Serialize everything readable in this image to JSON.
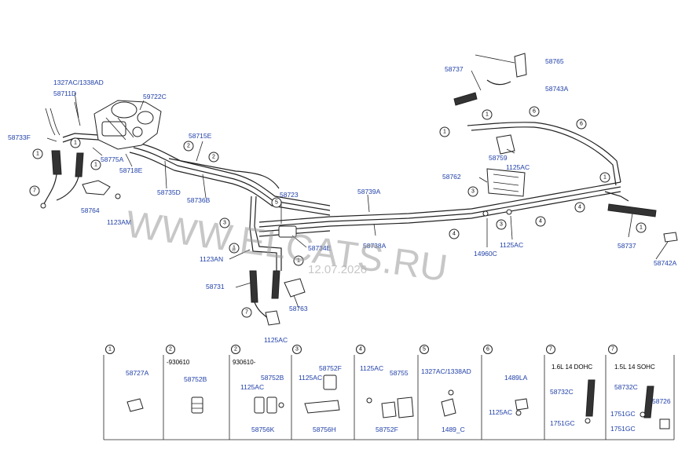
{
  "part_labels": [
    "1327AC/1338AD",
    "58711D",
    "59722C",
    "58733F",
    "58775A",
    "58718E",
    "58735D",
    "58736B",
    "58715E",
    "58764",
    "1123AM",
    "58723",
    "58739A",
    "58738A",
    "58734E",
    "1123AN",
    "58731",
    "58763",
    "1125AC",
    "58737",
    "58765",
    "58743A",
    "58759",
    "1125AC",
    "58762",
    "14960C",
    "1125AC",
    "58737",
    "58742A"
  ],
  "callouts": [
    "1",
    "2",
    "3",
    "4",
    "5",
    "6",
    "7"
  ],
  "watermark": {
    "text": "WWW.ELCATS.RU",
    "date": "12.07.2026"
  },
  "legend_panels": [
    {
      "callout": "1",
      "header": "",
      "labels": [
        "58727A"
      ]
    },
    {
      "callout": "2",
      "header": "-930610",
      "labels": [
        "58752B"
      ]
    },
    {
      "callout": "2",
      "header": "930610-",
      "labels": [
        "58752B",
        "1125AC",
        "58756K"
      ]
    },
    {
      "callout": "3",
      "header": "",
      "labels": [
        "58752F",
        "1125AC",
        "58756H"
      ]
    },
    {
      "callout": "4",
      "header": "",
      "labels": [
        "1125AC",
        "58755",
        "58752F"
      ]
    },
    {
      "callout": "5",
      "header": "",
      "labels": [
        "1327AC/1338AD",
        "1489_C"
      ]
    },
    {
      "callout": "6",
      "header": "",
      "labels": [
        "1489LA",
        "1125AC"
      ]
    },
    {
      "callout": "7",
      "header": "1.6L 14 DOHC",
      "labels": [
        "58732C",
        "1751GC"
      ]
    },
    {
      "callout": "7",
      "header": "1.5L 14 SOHC",
      "labels": [
        "58732C",
        "58726",
        "1751GC",
        "1751GC"
      ]
    }
  ]
}
